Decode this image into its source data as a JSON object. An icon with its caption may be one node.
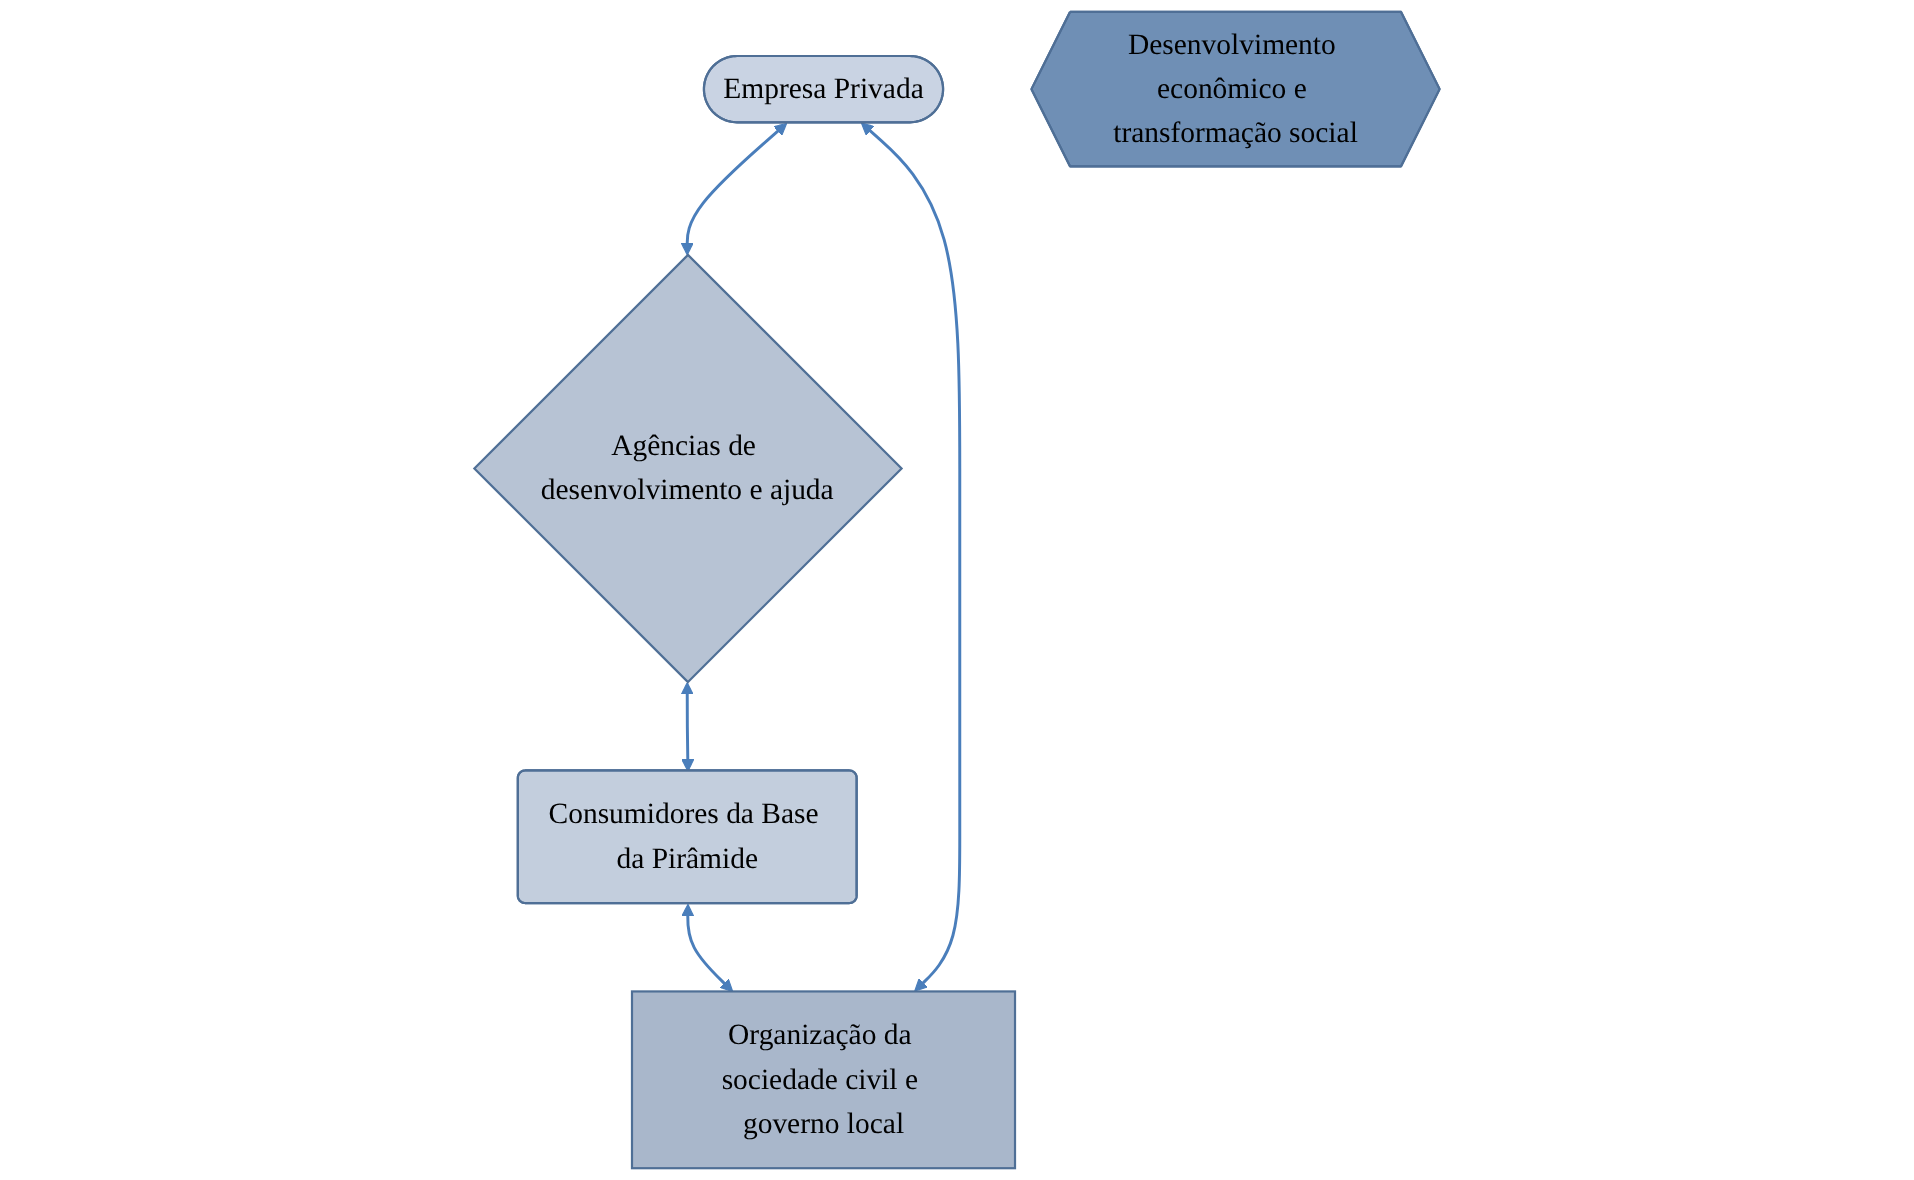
{
  "diagram": {
    "nodes": [
      {
        "text": [
          "Empresa Privada"
        ]
      },
      {
        "text": [
          "Organização da sociedade civil e governo local"
        ]
      },
      {
        "text": [
          "Desenvolvimento econômico e transformação social"
        ]
      },
      {
        "text": [
          "Agências de desenvolvimento e ajuda"
        ]
      },
      {
        "text": [
          "Consumidores da Base da Pirâmide"
        ]
      }
    ],
    "edges": [
      {
        "from": 1,
        "to": 0,
        "arrow": "both"
      },
      {
        "from": 0,
        "to": 3,
        "arrow": "both"
      },
      {
        "from": 3,
        "to": 4,
        "arrow": "both"
      },
      {
        "from": 4,
        "to": 1,
        "arrow": "both"
      }
    ]
  }
}
